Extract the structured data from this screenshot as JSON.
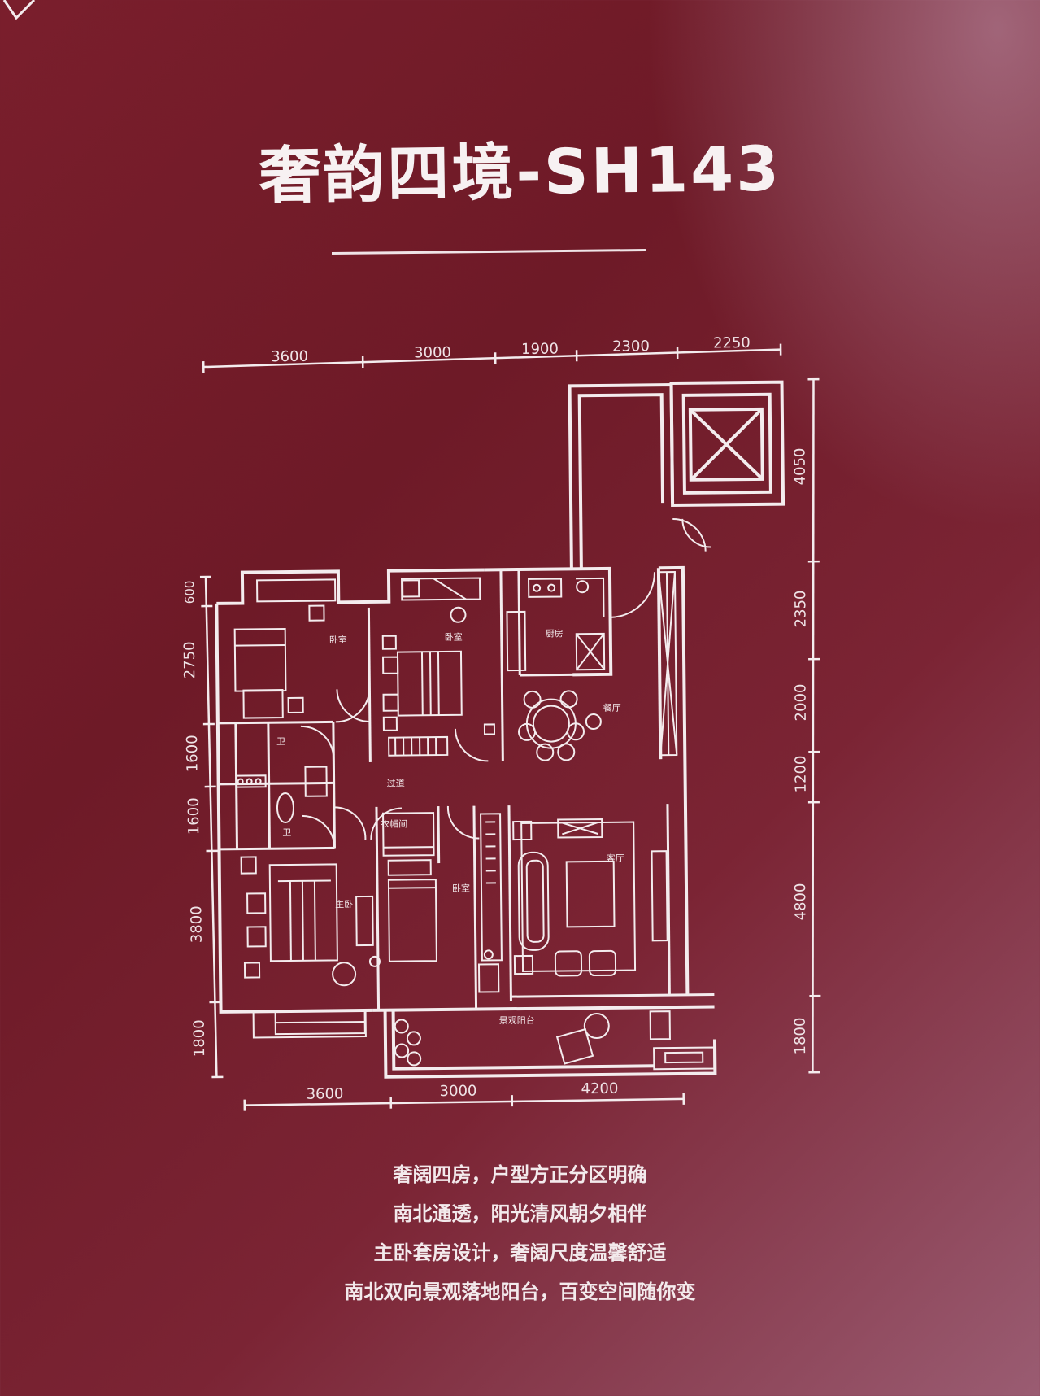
{
  "title": "奢韵四境-SH143",
  "dimensions": {
    "top": [
      "3600",
      "3000",
      "1900",
      "2300",
      "2250"
    ],
    "bottom": [
      "3600",
      "3000",
      "4200"
    ],
    "left": [
      "600",
      "2750",
      "1600",
      "1600",
      "3800",
      "1800"
    ],
    "right": [
      "4050",
      "2350",
      "2000",
      "1200",
      "4800",
      "1800"
    ]
  },
  "rooms": {
    "bedroom_1": "卧室",
    "bedroom_2": "卧室",
    "kitchen": "厨房",
    "dining": "餐厅",
    "bath_1": "卫",
    "bath_2": "卫",
    "corridor": "过道",
    "walk_in_closet": "衣帽间",
    "bedroom_3": "卧室",
    "living": "客厅",
    "master_bedroom": "主卧",
    "balcony": "景观阳台"
  },
  "description": [
    "奢阔四房，户型方正分区明确",
    "南北通透，阳光清风朝夕相伴",
    "主卧套房设计，奢阔尺度温馨舒适",
    "南北双向景观落地阳台，百变空间随你变"
  ],
  "colors": {
    "background": "#7a1e2c",
    "lines": "#f4ecee"
  }
}
